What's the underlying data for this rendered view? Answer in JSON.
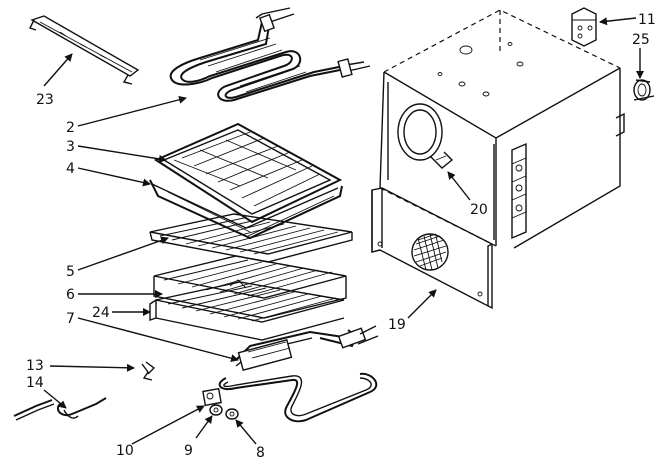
{
  "diagram": {
    "callouts": [
      {
        "id": "c23",
        "label": "23"
      },
      {
        "id": "c2",
        "label": "2"
      },
      {
        "id": "c3",
        "label": "3"
      },
      {
        "id": "c4",
        "label": "4"
      },
      {
        "id": "c5",
        "label": "5"
      },
      {
        "id": "c6",
        "label": "6"
      },
      {
        "id": "c24",
        "label": "24"
      },
      {
        "id": "c7",
        "label": "7"
      },
      {
        "id": "c13",
        "label": "13"
      },
      {
        "id": "c14",
        "label": "14"
      },
      {
        "id": "c10",
        "label": "10"
      },
      {
        "id": "c9",
        "label": "9"
      },
      {
        "id": "c8",
        "label": "8"
      },
      {
        "id": "c19",
        "label": "19"
      },
      {
        "id": "c20",
        "label": "20"
      },
      {
        "id": "c11",
        "label": "11"
      },
      {
        "id": "c25",
        "label": "25"
      }
    ]
  }
}
